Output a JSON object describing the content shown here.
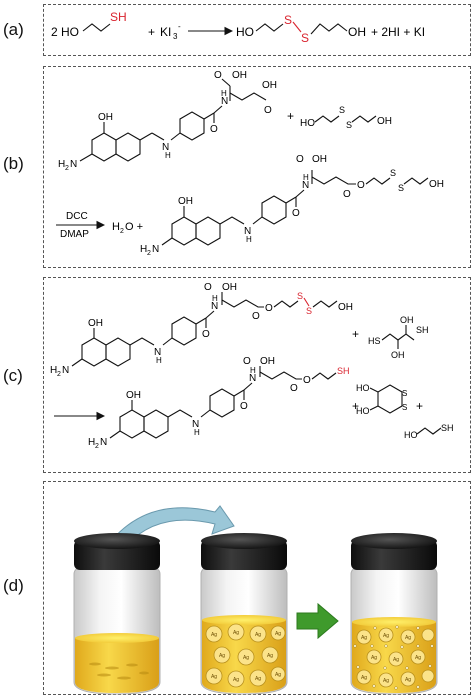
{
  "panel_labels": [
    "(a)",
    "(b)",
    "(c)",
    "(d)"
  ],
  "a": {
    "coef_r": "2",
    "ho": "HO",
    "sh": "SH",
    "plus1": "+",
    "ki3": "KI",
    "ki3_sub": "3",
    "ki3_sup": "-",
    "ho_p": "HO",
    "s1": "S",
    "s2": "S",
    "oh_p": "OH",
    "tail": "+ 2HI + KI",
    "colors": {
      "sulfur": "#d9232e",
      "bond": "#111111"
    }
  },
  "b": {
    "oh_top": "OH",
    "o1": "O",
    "o2": "O",
    "o3": "O",
    "oh2": "OH",
    "nh": "N",
    "nh_h": "H",
    "n_link": "N",
    "n_link_h": "H",
    "oh_pter": "OH",
    "h2n": "H",
    "h2n_sub": "2",
    "h2n_n": "N",
    "plus": "+",
    "diol_ho": "HO",
    "diol_s1": "S",
    "diol_s2": "S",
    "diol_oh": "OH",
    "reagent1": "DCC",
    "reagent2": "DMAP",
    "water": "H",
    "water_sub": "2",
    "water_o": "O +",
    "prod_oh": "OH",
    "prod_o": "O",
    "prod_s1": "S",
    "prod_s2": "S",
    "prod_oh_end": "OH"
  },
  "c": {
    "plus1": "+",
    "plus2": "+",
    "plus3": "+",
    "dtt_sh1": "HS",
    "dtt_oh1": "OH",
    "dtt_oh2": "OH",
    "dtt_sh2": "SH",
    "ring_ho": "HO",
    "ring_ho2": "HO",
    "ring_s1": "S",
    "ring_s2": "S",
    "me_ho": "HO",
    "me_sh": "SH",
    "prod_sh": "SH",
    "r_s1": "S",
    "r_s2": "S",
    "r_oh": "OH"
  },
  "d": {
    "np_label": "Ag",
    "colors": {
      "cap": "#1c1c1c",
      "solution": "#f2c534",
      "arrow_green": "#3f9a2c",
      "arrow_blue": "#9bc7d8"
    }
  }
}
